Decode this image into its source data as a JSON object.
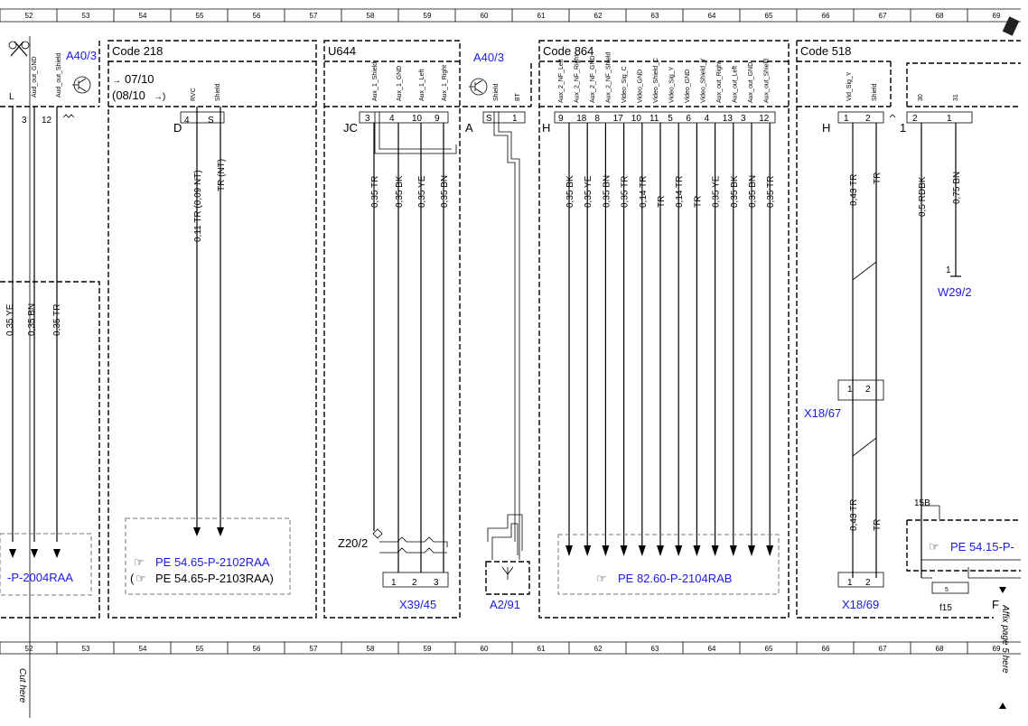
{
  "ruler": {
    "columns": [
      "52",
      "53",
      "54",
      "55",
      "56",
      "57",
      "58",
      "59",
      "60",
      "61",
      "62",
      "63",
      "64",
      "65",
      "66",
      "67",
      "68",
      "69"
    ]
  },
  "blocks": {
    "left_component": "A40/3",
    "code218": {
      "title": "Code 218",
      "date1": "07/10",
      "date2": "(08/10",
      "pins": [
        "RVC",
        "Shield"
      ],
      "pin_nums": [
        "4",
        "S"
      ],
      "connector": "D",
      "wires": [
        "0,11 TR (0,09 NT)",
        "TR (NT)"
      ]
    },
    "u644": {
      "title": "U644",
      "connector": "JC",
      "pins": [
        "Aux_1_Shield",
        "Aux_1_GND",
        "Aux_1_Left",
        "Aux_1_Right"
      ],
      "pin_nums": [
        "3",
        "4",
        "10",
        "9"
      ],
      "wires": [
        "0,35 TR",
        "0,35 BK",
        "0,35 YE",
        "0,35 BN"
      ]
    },
    "a403_mid": {
      "title": "A40/3",
      "connector": "A",
      "pins": [
        "Shield",
        "BT"
      ],
      "pin_nums": [
        "S",
        "1"
      ]
    },
    "code864": {
      "title": "Code 864",
      "connector": "H",
      "pins": [
        "Aux_2_NF_Left",
        "Aux_2_NF_Right",
        "Aux_2_NF_GND",
        "Aux_2_NF_Shield",
        "Video_Sig_C",
        "Video_GND",
        "Video_Shield_C",
        "Video_Sig_Y",
        "Video_GND",
        "Video_Shield_Y",
        "Aux_out_Right",
        "Aux_out_Left",
        "Aux_out_GND",
        "Aux_out_Shield"
      ],
      "pin_nums": [
        "9",
        "18",
        "8",
        "17",
        "10",
        "11",
        "5",
        "6",
        "4",
        "13",
        "3",
        "12"
      ],
      "wires": [
        "0,35 BK",
        "0,35 YE",
        "0,35 BN",
        "0,35 TR",
        "0,14 TR",
        "TR",
        "0,14 TR",
        "TR",
        "0,35 YE",
        "0,35 BK",
        "0,35 BN",
        "0,35 TR"
      ]
    },
    "code518": {
      "title": "Code 518",
      "connector": "H",
      "pins": [
        "Vid_Sig_Y",
        "Shield"
      ],
      "pin_nums": [
        "1",
        "2"
      ],
      "wires": [
        "0,43 TR",
        "TR"
      ],
      "wires_lower": [
        "0,43 TR",
        "TR"
      ]
    },
    "right": {
      "pins": [
        "30",
        "31"
      ],
      "pin_nums": [
        "2",
        "1"
      ],
      "connector": "1",
      "wires": [
        "0,5 RDBK",
        "0,75 BN"
      ]
    }
  },
  "left_pins": {
    "pins": [
      "Aud_out_GND",
      "Aud_out_Shield"
    ],
    "pin_nums": [
      "3",
      "12"
    ],
    "wires": [
      "0,35 YE",
      "0,35 BN",
      "0,35 TR"
    ],
    "ref": "-P-2004RAA",
    "L": "L"
  },
  "refs": {
    "ref1": "PE 54.65-P-2102RAA",
    "ref2": "PE 54.65-P-2103RAA)",
    "ref2_paren": "(",
    "ref3": "PE 82.60-P-2104RAB",
    "ref4": "PE 54.15-P-"
  },
  "components": {
    "z20": "Z20/2",
    "x39": "X39/45",
    "x39_pins": [
      "1",
      "2",
      "3"
    ],
    "a291": "A2/91",
    "x1867": "X18/67",
    "x1867_pins": [
      "1",
      "2"
    ],
    "x1869": "X18/69",
    "x1869_pins": [
      "1",
      "2"
    ],
    "w29": "W29/2",
    "w29_pin": "1",
    "f15": "f15",
    "f15_val": "5",
    "b15": "15B",
    "f_label": "F"
  },
  "side_notes": {
    "cut": "Cut here",
    "affix": "Affix page 5 here"
  },
  "colors": {
    "blue": "#1a1ae6",
    "gray": "#777777"
  }
}
